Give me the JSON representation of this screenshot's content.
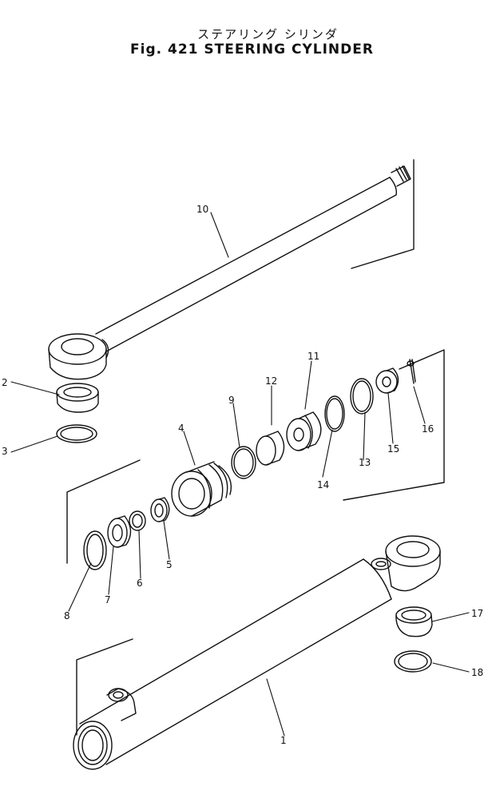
{
  "header": {
    "title_jp": "ステアリング シリンダ",
    "title_en": "Fig. 421 STEERING CYLINDER"
  },
  "callouts": [
    "1",
    "2",
    "3",
    "4",
    "5",
    "6",
    "7",
    "8",
    "9",
    "10",
    "11",
    "12",
    "13",
    "14",
    "15",
    "16",
    "17",
    "18"
  ],
  "colors": {
    "ink": "#111111",
    "paper": "#ffffff"
  }
}
